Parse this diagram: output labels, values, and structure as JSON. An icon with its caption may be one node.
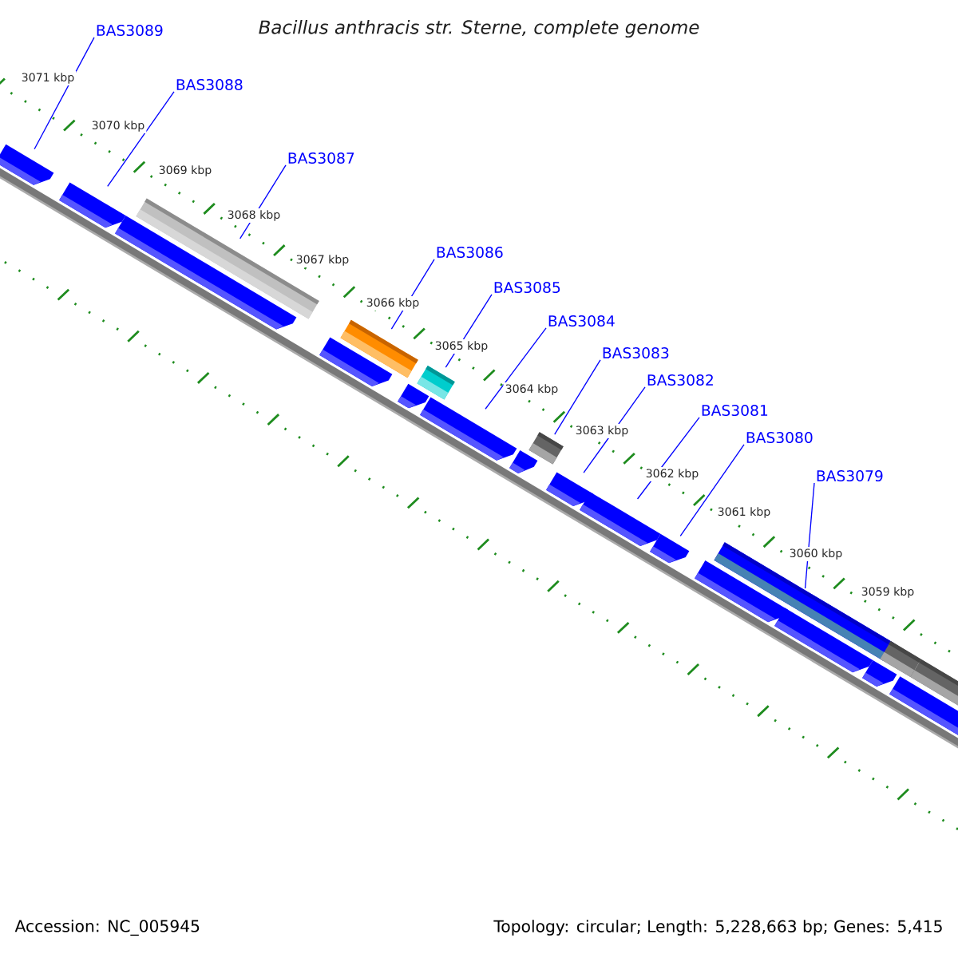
{
  "diagram": {
    "title": "Bacillus anthracis str. Sterne, complete genome",
    "nodes": [
      {
        "text": [
          "BAS3089"
        ]
      },
      {
        "text": [
          "BAS3088"
        ]
      },
      {
        "text": [
          "BAS3087"
        ]
      },
      {
        "text": [
          "BAS3086"
        ]
      },
      {
        "text": [
          "BAS3085"
        ]
      },
      {
        "text": [
          "BAS3084"
        ]
      },
      {
        "text": [
          "BAS3083"
        ]
      },
      {
        "text": [
          "BAS3082"
        ]
      },
      {
        "text": [
          "BAS3081"
        ]
      },
      {
        "text": [
          "BAS3080"
        ]
      },
      {
        "text": [
          "BAS3079"
        ]
      },
      {
        "text": [],
        "shape": "pentagon"
      },
      {
        "text": [],
        "shape": "pentagon"
      },
      {
        "text": [],
        "shape": "pentagon"
      },
      {
        "text": [],
        "shape": "bar"
      },
      {
        "text": [],
        "shape": "pentagon"
      },
      {
        "text": [],
        "shape": "bar"
      },
      {
        "text": [],
        "shape": "pentagon"
      },
      {
        "text": [],
        "shape": "bar"
      },
      {
        "text": [],
        "shape": "pentagon"
      },
      {
        "text": [],
        "shape": "pentagon"
      },
      {
        "text": [],
        "shape": "bar"
      },
      {
        "text": [],
        "shape": "pentagon"
      },
      {
        "text": [],
        "shape": "pentagon"
      },
      {
        "text": [],
        "shape": "pentagon"
      },
      {
        "text": [],
        "shape": "pentagon"
      },
      {
        "text": [],
        "shape": "bar"
      },
      {
        "text": [],
        "shape": "pentagon"
      },
      {
        "text": [],
        "shape": "pentagon"
      },
      {
        "text": [],
        "shape": "bar"
      },
      {
        "text": [],
        "shape": "pentagon"
      },
      {
        "text": [],
        "shape": "bar"
      }
    ],
    "edges": [
      {
        "from": 0,
        "to": 11,
        "arrow": "none"
      },
      {
        "from": 1,
        "to": 12,
        "arrow": "none"
      },
      {
        "from": 2,
        "to": 14,
        "arrow": "none"
      },
      {
        "from": 3,
        "to": 16,
        "arrow": "none"
      },
      {
        "from": 4,
        "to": 18,
        "arrow": "none"
      },
      {
        "from": 5,
        "to": 19,
        "arrow": "none"
      },
      {
        "from": 6,
        "to": 21,
        "arrow": "none"
      },
      {
        "from": 7,
        "to": 22,
        "arrow": "none"
      },
      {
        "from": 8,
        "to": 23,
        "arrow": "none"
      },
      {
        "from": 9,
        "to": 24,
        "arrow": "none"
      },
      {
        "from": 10,
        "to": 26,
        "arrow": "none"
      }
    ],
    "labels": [
      "3071 kbp",
      "3070 kbp",
      "3069 kbp",
      "3068 kbp",
      "3067 kbp",
      "3066 kbp",
      "3065 kbp",
      "3064 kbp",
      "3063 kbp",
      "3062 kbp",
      "3061 kbp",
      "3060 kbp",
      "3059 kbp",
      "Accession: NC_005945",
      "Topology: circular; Length: 5,228,663 bp; Genes: 5,415"
    ]
  }
}
